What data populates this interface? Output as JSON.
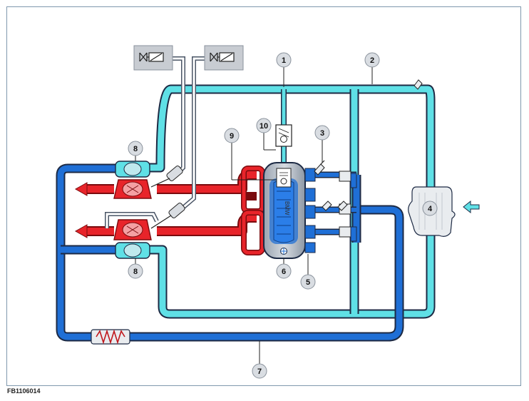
{
  "figure_id": "FB1106014",
  "engine_badge": "BMW",
  "callouts": [
    {
      "id": "c1",
      "label": "1"
    },
    {
      "id": "c2",
      "label": "2"
    },
    {
      "id": "c3",
      "label": "3"
    },
    {
      "id": "c4",
      "label": "4"
    },
    {
      "id": "c5",
      "label": "5"
    },
    {
      "id": "c6",
      "label": "6"
    },
    {
      "id": "c7",
      "label": "7"
    },
    {
      "id": "c8a",
      "label": "8"
    },
    {
      "id": "c8b",
      "label": "8"
    },
    {
      "id": "c9",
      "label": "9"
    },
    {
      "id": "c10",
      "label": "10"
    }
  ],
  "colors": {
    "hot_exhaust": "#e8242a",
    "hot_exhaust_dark": "#b01015",
    "coolant_cold": "#5fe0e6",
    "coolant_warm": "#1f6fd6",
    "pipe_outline": "#1d2a44",
    "frame": "#7f98ad",
    "component_grey": "#c8ccd2"
  }
}
